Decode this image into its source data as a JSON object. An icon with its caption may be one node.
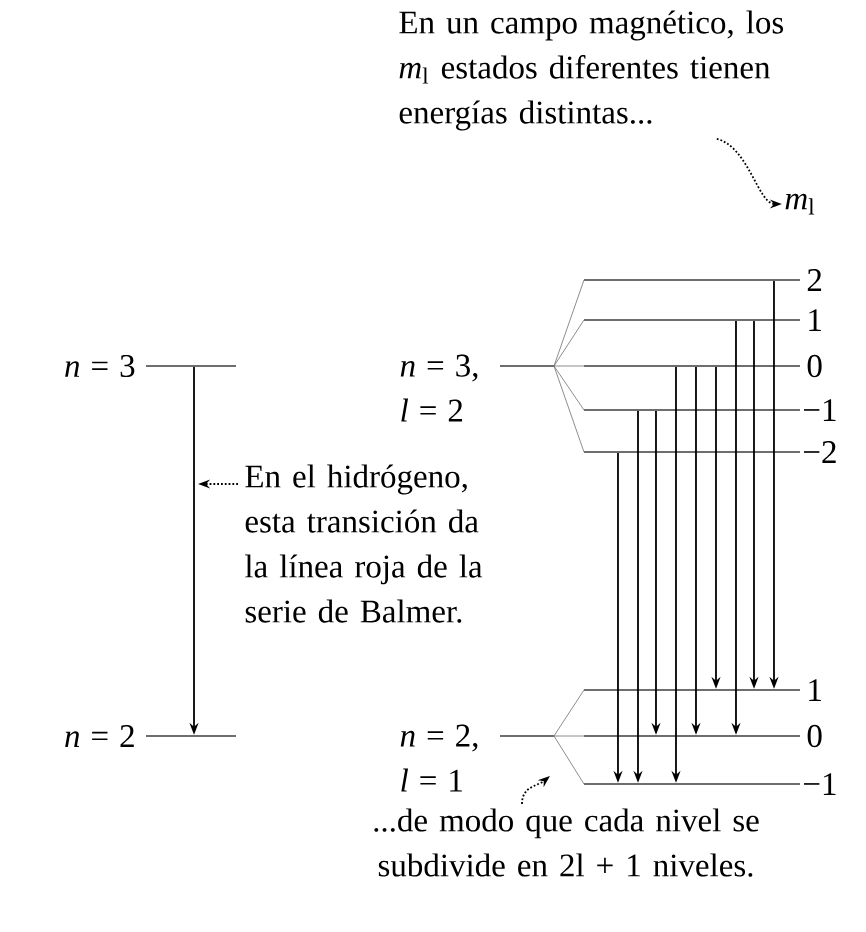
{
  "diagram": {
    "nodes": [
      {
        "text": [],
        "shape": "bar",
        "beside": [
          "*n* = 3"
        ]
      },
      {
        "text": [],
        "shape": "bar",
        "beside": [
          "*n* = 2"
        ]
      },
      {
        "text": [
          "En el hidrógeno, esta transición da la línea roja de la serie de Balmer."
        ]
      },
      {
        "text": [],
        "shape": "bar",
        "beside": [
          "*n* = 3, *l* = 2"
        ]
      },
      {
        "text": [],
        "shape": "bar",
        "beside": [
          "2"
        ]
      },
      {
        "text": [],
        "shape": "bar",
        "beside": [
          "1"
        ]
      },
      {
        "text": [],
        "shape": "bar",
        "beside": [
          "0"
        ]
      },
      {
        "text": [],
        "shape": "bar",
        "beside": [
          "−1"
        ]
      },
      {
        "text": [],
        "shape": "bar",
        "beside": [
          "−2"
        ]
      },
      {
        "text": [],
        "shape": "bar",
        "beside": [
          "*n* = 2, *l* = 1"
        ]
      },
      {
        "text": [],
        "shape": "bar",
        "beside": [
          "1"
        ]
      },
      {
        "text": [],
        "shape": "bar",
        "beside": [
          "0"
        ]
      },
      {
        "text": [],
        "shape": "bar",
        "beside": [
          "−1"
        ]
      },
      {
        "text": [
          "En un campo magnético, los *m*$_{l}$ estados diferentes tienen energías distintas..."
        ]
      },
      {
        "text": [
          "*m*$_{l}$"
        ]
      },
      {
        "text": [
          "...de modo que cada nivel se subdivide en 2l + 1 niveles."
        ]
      }
    ],
    "edges": [
      {
        "from": 0,
        "to": 1,
        "arrow": "to"
      },
      {
        "from": 2,
        "to": null,
        "arrow": "to",
        "style": "dashed"
      },
      {
        "from": 3,
        "to": 4,
        "arrow": "none",
        "color": "#707070"
      },
      {
        "from": 3,
        "to": 5,
        "arrow": "none",
        "color": "#707070"
      },
      {
        "from": 3,
        "to": 6,
        "arrow": "none",
        "color": "#707070"
      },
      {
        "from": 3,
        "to": 7,
        "arrow": "none",
        "color": "#707070"
      },
      {
        "from": 3,
        "to": 8,
        "arrow": "none",
        "color": "#707070"
      },
      {
        "from": 9,
        "to": 10,
        "arrow": "none",
        "color": "#707070"
      },
      {
        "from": 9,
        "to": 11,
        "arrow": "none",
        "color": "#707070"
      },
      {
        "from": 9,
        "to": 12,
        "arrow": "none",
        "color": "#707070"
      },
      {
        "from": 4,
        "to": 10,
        "arrow": "to"
      },
      {
        "from": 5,
        "to": 11,
        "arrow": "to"
      },
      {
        "from": 5,
        "to": 10,
        "arrow": "to"
      },
      {
        "from": 6,
        "to": 12,
        "arrow": "to"
      },
      {
        "from": 6,
        "to": 11,
        "arrow": "to"
      },
      {
        "from": 6,
        "to": 10,
        "arrow": "to"
      },
      {
        "from": 7,
        "to": 12,
        "arrow": "to"
      },
      {
        "from": 7,
        "to": 11,
        "arrow": "to"
      },
      {
        "from": 8,
        "to": 12,
        "arrow": "to"
      },
      {
        "from": 13,
        "to": 14,
        "arrow": "to",
        "style": "dashed"
      },
      {
        "from": 15,
        "to": null,
        "arrow": "to",
        "style": "dashed"
      }
    ]
  }
}
